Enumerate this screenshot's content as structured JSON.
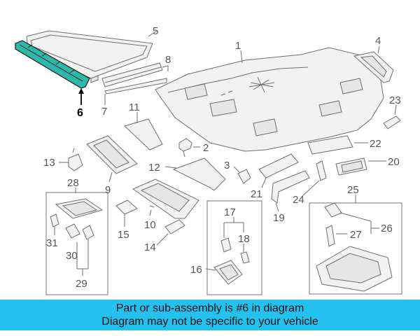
{
  "colors": {
    "highlight_part": "#2fb8a8",
    "banner_bg": "#25c1ee",
    "line": "#6e6e6e"
  },
  "callouts": {
    "c1": "1",
    "c2": "2",
    "c3": "3",
    "c4": "4",
    "c5": "5",
    "c6": "6",
    "c7": "7",
    "c8": "8",
    "c9": "9",
    "c10": "10",
    "c11": "11",
    "c12": "12",
    "c13": "13",
    "c14": "14",
    "c15": "15",
    "c16": "16",
    "c17": "17",
    "c18": "18",
    "c19": "19",
    "c20": "20",
    "c21": "21",
    "c22": "22",
    "c23": "23",
    "c24": "24",
    "c25": "25",
    "c26": "26",
    "c27": "27",
    "c28": "28",
    "c29": "29",
    "c30": "30",
    "c31": "31"
  },
  "banner": {
    "line1": "Part or sub-assembly is #6 in diagram",
    "line2": "Diagram may not be specific to your vehicle"
  }
}
